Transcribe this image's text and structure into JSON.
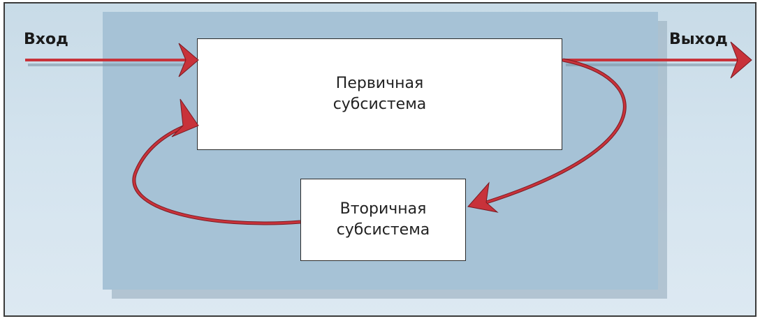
{
  "diagram": {
    "input_label": "Вход",
    "output_label": "Выход",
    "primary": {
      "line1": "Первичная",
      "line2": "субсистема"
    },
    "secondary": {
      "line1": "Вторичная",
      "line2": "субсистема"
    },
    "colors": {
      "arrow": "#c8323a",
      "arrow_dark": "#7a1a22",
      "background": "#d3e3ee",
      "panel": "#a6c2d6",
      "box": "#ffffff"
    }
  }
}
